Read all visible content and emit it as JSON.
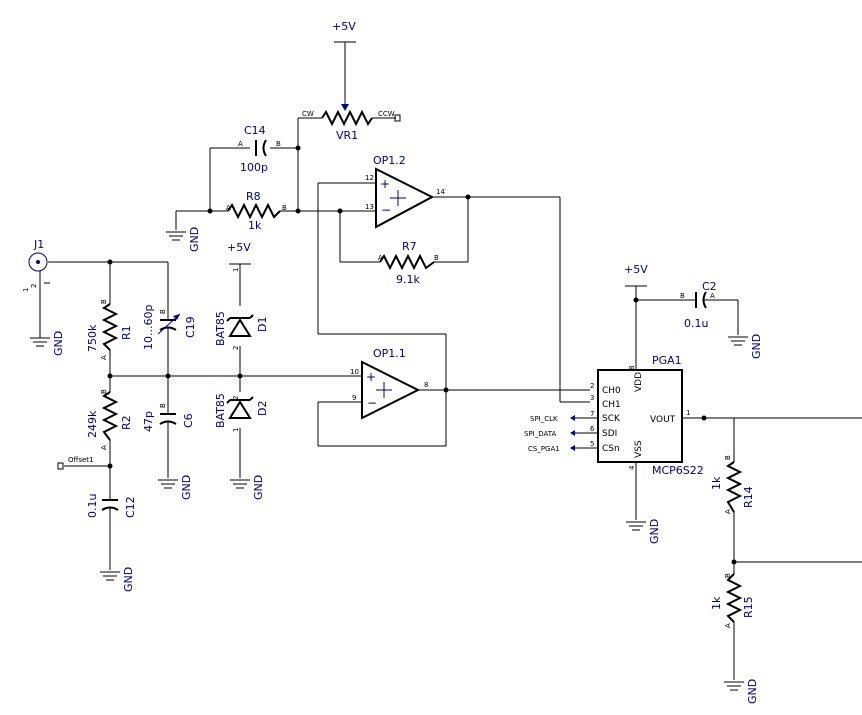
{
  "supply": "+5V",
  "ground": "GND",
  "connector": {
    "ref": "J1",
    "pin1": "1",
    "pin2": "2"
  },
  "potentiometer": {
    "ref": "VR1",
    "cw": "CW",
    "ccw": "CCW"
  },
  "capacitors": {
    "c14": {
      "ref": "C14",
      "value": "100p"
    },
    "c19": {
      "ref": "C19",
      "value": "10...60p"
    },
    "c6": {
      "ref": "C6",
      "value": "47p"
    },
    "c12": {
      "ref": "C12",
      "value": "0.1u"
    },
    "c2": {
      "ref": "C2",
      "value": "0.1u"
    }
  },
  "resistors": {
    "r8": {
      "ref": "R8",
      "value": "1k"
    },
    "r7": {
      "ref": "R7",
      "value": "9.1k"
    },
    "r1": {
      "ref": "R1",
      "value": "750k"
    },
    "r2": {
      "ref": "R2",
      "value": "249k"
    },
    "r14": {
      "ref": "R14",
      "value": "1k"
    },
    "r15": {
      "ref": "R15",
      "value": "1k"
    }
  },
  "diodes": {
    "d1": {
      "ref": "D1",
      "value": "BAT85"
    },
    "d2": {
      "ref": "D2",
      "value": "BAT85"
    }
  },
  "opamps": {
    "op12": {
      "ref": "OP1.2",
      "pin_pos": "12",
      "pin_neg": "13",
      "pin_out": "14"
    },
    "op11": {
      "ref": "OP1.1",
      "pin_pos": "10",
      "pin_neg": "9",
      "pin_out": "8"
    }
  },
  "pga": {
    "ref": "PGA1",
    "part": "MCP6S22",
    "pins": {
      "ch0": "CH0",
      "ch1": "CH1",
      "sck": "SCK",
      "sdi": "SDI",
      "csn": "CSn",
      "vdd": "VDD",
      "vss": "VSS",
      "vout": "VOUT"
    },
    "pin_numbers": {
      "ch0": "2",
      "ch1": "3",
      "sck": "7",
      "sdi": "6",
      "csn": "5",
      "vdd": "8",
      "vss": "4",
      "vout": "1"
    }
  },
  "nets": {
    "offset": "Offset1",
    "spi_clk": "SPI_CLK",
    "spi_data": "SPI_DATA",
    "cs": "CS_PGA1"
  },
  "pin_letters": {
    "a": "A",
    "b": "B"
  }
}
